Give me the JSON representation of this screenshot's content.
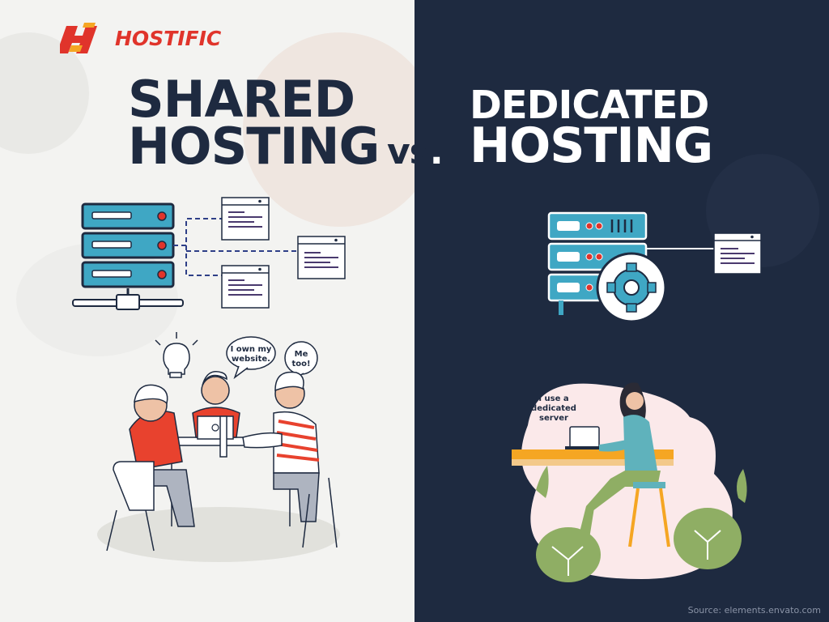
{
  "logo": {
    "text": "HOSTIFIC",
    "mark": "H"
  },
  "title": {
    "shared_line1": "SHARED",
    "shared_line2": "HOSTING",
    "vs_left": "vs",
    "vs_right": ".",
    "dedicated_line1": "DEDICATED",
    "dedicated_line2": "HOSTING"
  },
  "bubbles": {
    "own_line1": "I own my",
    "own_line2": "website.",
    "me_line1": "Me",
    "me_line2": "too!",
    "dedicated_line1": "I use a",
    "dedicated_line2": "dedicated",
    "dedicated_line3": "server"
  },
  "source": "Source: elements.envato.com",
  "colors": {
    "navy": "#1e2a40",
    "teal": "#3fa7c4",
    "red_accent": "#e0342b",
    "orange_accent": "#f5a623",
    "purple_lines": "#4a3a6e",
    "left_bg": "#f3f3f1"
  },
  "icons": [
    "server-stack-icon",
    "browser-window-icon",
    "gear-icon",
    "lightbulb-icon",
    "laptop-icon"
  ]
}
